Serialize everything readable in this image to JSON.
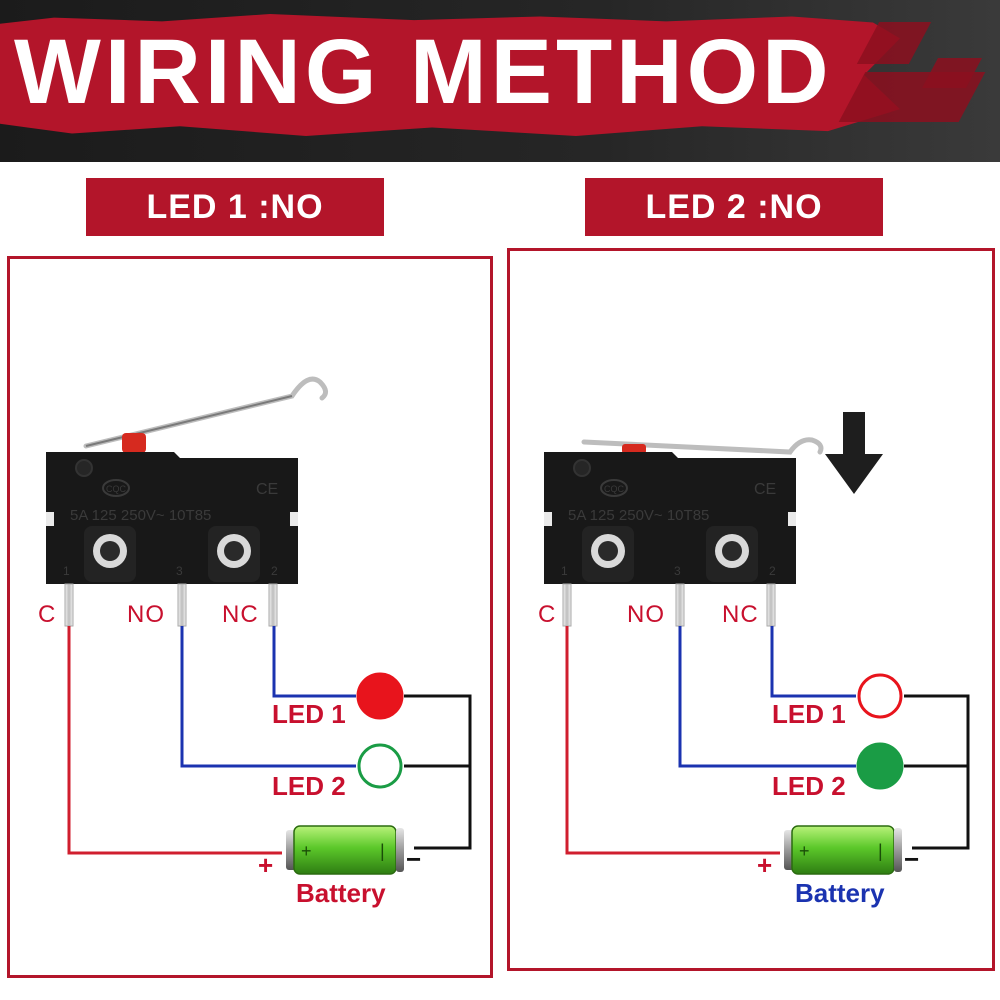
{
  "header": {
    "title": "WIRING METHOD"
  },
  "panels": [
    {
      "label": "LED 1 :NO",
      "terminals": {
        "c": "C",
        "no": "NO",
        "nc": "NC"
      },
      "switch_text": "5A 125 250V~ 10T85",
      "pin_numbers": [
        "1",
        "3",
        "2"
      ],
      "led1_label": "LED 1",
      "led2_label": "LED 2",
      "led1_on": true,
      "led2_on": false,
      "battery_label": "Battery",
      "battery_label_color": "#c8102e",
      "plus": "+",
      "minus": "−"
    },
    {
      "label": "LED 2 :NO",
      "terminals": {
        "c": "C",
        "no": "NO",
        "nc": "NC"
      },
      "switch_text": "5A 125 250V~ 10T85",
      "pin_numbers": [
        "1",
        "3",
        "2"
      ],
      "led1_label": "LED 1",
      "led2_label": "LED 2",
      "led1_on": false,
      "led2_on": true,
      "battery_label": "Battery",
      "battery_label_color": "#1b33b0",
      "plus": "+",
      "minus": "−"
    }
  ],
  "colors": {
    "brand_red": "#b3152a",
    "wire_red": "#d01e2e",
    "wire_blue": "#1b33b0",
    "wire_black": "#111111",
    "led1": "#e8141c",
    "led2": "#1a9c45"
  }
}
